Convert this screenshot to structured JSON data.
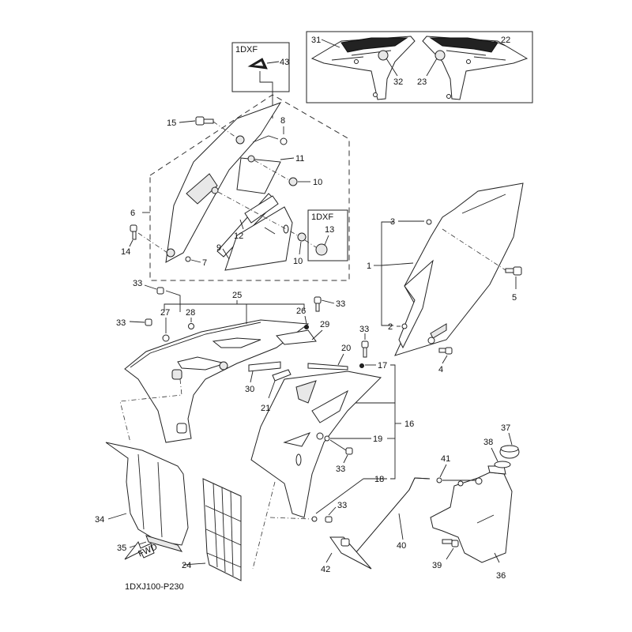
{
  "diagram": {
    "drawing_code": "1DXJ100-P230",
    "direction_arrow": "FWD",
    "variant_boxes": [
      {
        "code": "1DXF",
        "parts": [
          "43"
        ]
      },
      {
        "code": "1DXF",
        "parts": [
          "13"
        ]
      }
    ],
    "callouts": {
      "c1": "1",
      "c2": "2",
      "c3": "3",
      "c4": "4",
      "c5": "5",
      "c6": "6",
      "c7": "7",
      "c8": "8",
      "c9": "9",
      "c10a": "10",
      "c10b": "10",
      "c11": "11",
      "c12": "12",
      "c13": "13",
      "c14": "14",
      "c15": "15",
      "c16": "16",
      "c17": "17",
      "c18": "18",
      "c19": "19",
      "c20": "20",
      "c21": "21",
      "c22": "22",
      "c23": "23",
      "c24": "24",
      "c25": "25",
      "c26": "26",
      "c27": "27",
      "c28": "28",
      "c29": "29",
      "c30": "30",
      "c31": "31",
      "c32": "32",
      "c33a": "33",
      "c33b": "33",
      "c33c": "33",
      "c33d": "33",
      "c33e": "33",
      "c33f": "33",
      "c34": "34",
      "c35": "35",
      "c36": "36",
      "c37": "37",
      "c38": "38",
      "c39": "39",
      "c40": "40",
      "c41": "41",
      "c42": "42",
      "c43": "43"
    }
  }
}
